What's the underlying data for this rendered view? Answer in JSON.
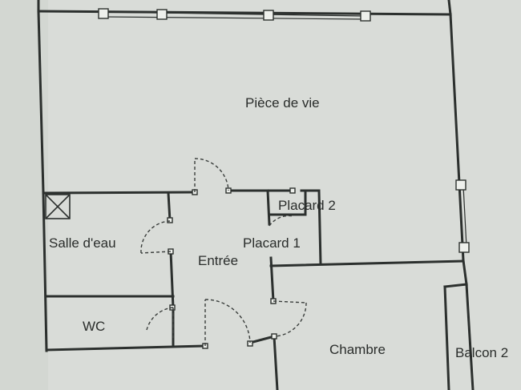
{
  "rooms": {
    "piece_de_vie": "Pièce de vie",
    "placard_2": "Placard 2",
    "salle_deau": "Salle d'eau",
    "placard_1": "Placard 1",
    "entree": "Entrée",
    "wc": "WC",
    "chambre": "Chambre",
    "balcon_2": "Balcon 2"
  },
  "colors": {
    "paper": "#d9dcd8",
    "ink": "#2c302e"
  }
}
